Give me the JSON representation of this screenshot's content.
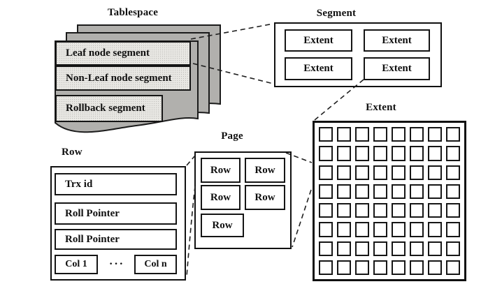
{
  "tablespace": {
    "label": "Tablespace",
    "segments": [
      "Leaf node segment",
      "Non-Leaf node segment",
      "Rollback segment"
    ]
  },
  "segment": {
    "label": "Segment",
    "extents": [
      "Extent",
      "Extent",
      "Extent",
      "Extent"
    ]
  },
  "extent": {
    "label": "Extent",
    "grid": {
      "rows": 8,
      "cols": 8
    }
  },
  "page": {
    "label": "Page",
    "rows": [
      [
        "Row",
        "Row"
      ],
      [
        "Row",
        "Row"
      ],
      [
        "Row"
      ]
    ]
  },
  "row": {
    "label": "Row",
    "fields": [
      "Trx id",
      "Roll Pointer",
      "Roll Pointer"
    ],
    "columns": {
      "first": "Col 1",
      "ellipsis": "···",
      "last": "Col n"
    }
  },
  "colors": {
    "sheet_gray": "#b1b0ad",
    "box_gray": "#e8e7e3",
    "line_black": "#1f1f1f",
    "background": "#ffffff"
  }
}
